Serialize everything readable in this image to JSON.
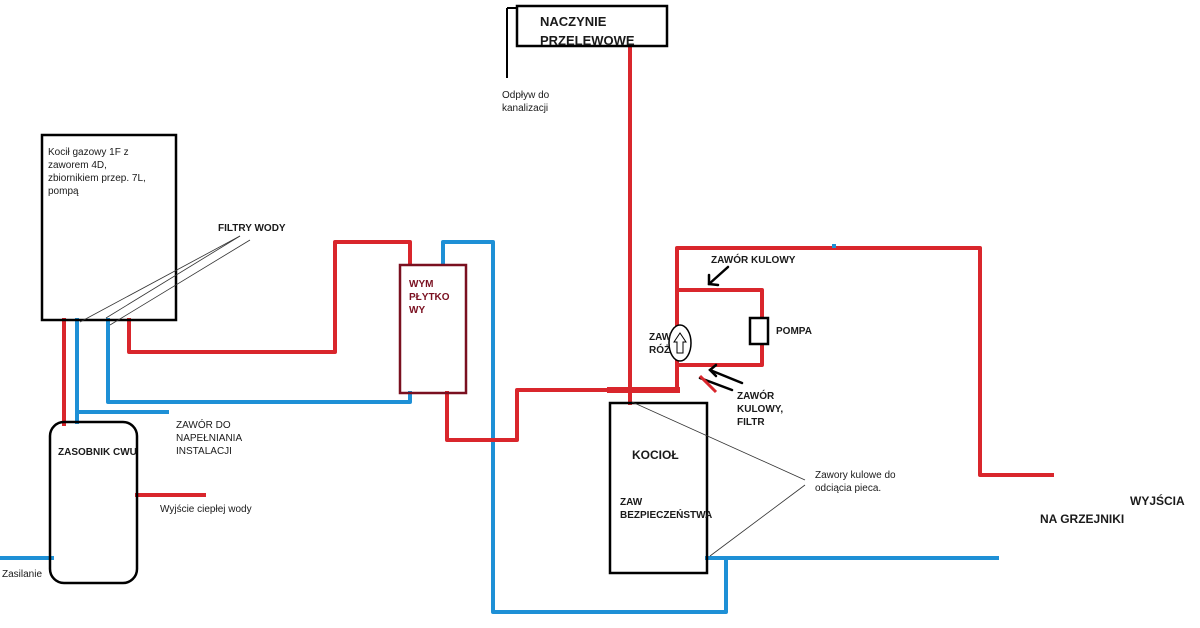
{
  "colors": {
    "hot_pipe": "#d9262c",
    "cold_pipe": "#1e90d6",
    "outline": "#000000",
    "exchanger_outline": "#7a1020",
    "thin_line": "#333333"
  },
  "labels": {
    "naczynie": "NACZYNIE\nPRZELEWOWE",
    "odplyw": "Odpływ do\nkanalizacji",
    "kociol_gazowy": "Kocił gazowy 1F z\nzaworem 4D,\nzbiornikiem przep. 7L,\npompą",
    "filtry_wody": "FILTRY WODY",
    "wym_plytkowy": "WYM\nPŁYTKO\nWY",
    "zawor_kulowy_top": "ZAWÓR KULOWY",
    "pompa": "POMPA",
    "zawor_rozn": "ZAW\nRÓŻ",
    "zawor_kulowy_filtr": "ZAWÓR\nKULOWY,\nFILTR",
    "zawor_napelniania": "ZAWÓR DO\nNAPEŁNIANIA\nINSTALACJI",
    "zasobnik_cwu": "ZASOBNIK CWU",
    "kociol": "KOCIOŁ",
    "zaw_bezpieczenstwa": "ZAW\nBEZPIECZEŃSTWA",
    "zawory_kulowe": "Zawory  kulowe do\nodciącia pieca.",
    "wyjscia": "WYJŚCIA",
    "na_grzejniki": "NA GRZEJNIKI",
    "wyjscie_cieplej_wody": "Wyjście ciepłej wody",
    "zasilanie": "Zasilanie"
  }
}
